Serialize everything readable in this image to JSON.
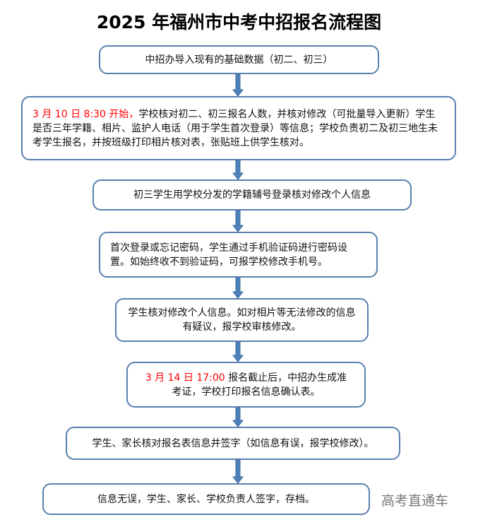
{
  "title": "2025 年福州市中考中招报名流程图",
  "steps": [
    {
      "text": "中招办导入现有的基础数据（初二、初三）"
    },
    {
      "highlight": "3 月 10 日 8:30 开始，",
      "text": "学校核对初二、初三报名人数，并核对修改（可批量导入更新）学生是否三年学籍、相片、监护人电话（用于学生首次登录）等信息；学校负责初二及初三地生未考学生报名，并按班级打印相片核对表，张贴班上供学生核对。"
    },
    {
      "text": "初三学生用学校分发的学籍辅号登录核对修改个人信息"
    },
    {
      "text": "首次登录或忘记密码，学生通过手机验证码进行密码设置。如始终收不到验证码，可报学校修改手机号。"
    },
    {
      "text": "学生核对修改个人信息。如对相片等无法修改的信息有疑议，报学校审核修改。"
    },
    {
      "highlight": "3 月 14 日 17:00 ",
      "text": "报名截止后，中招办生成准考证，学校打印报名信息确认表。"
    },
    {
      "text": "学生、家长核对报名表信息并签字（如信息有误，报学校修改）。"
    },
    {
      "text": "信息无误，学生、家长、学校负责人签字，存档。"
    }
  ],
  "watermark": "高考直通车",
  "colors": {
    "border": "#5a7fb0",
    "arrow": "#4f81bd",
    "highlight": "#ff0000"
  }
}
